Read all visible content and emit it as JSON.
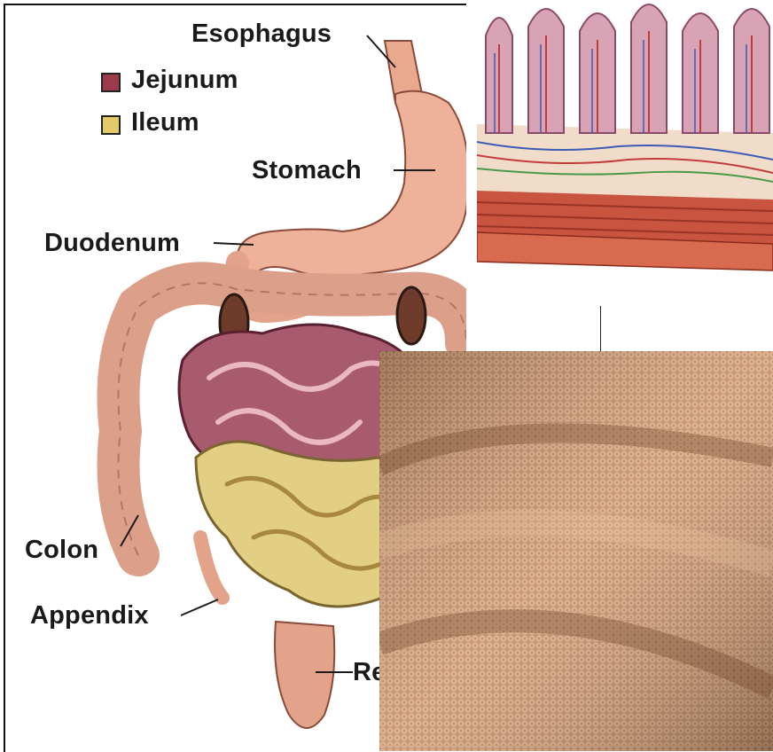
{
  "anatomy": {
    "labels": {
      "esophagus": "Esophagus",
      "stomach": "Stomach",
      "duodenum": "Duodenum",
      "colon": "Colon",
      "appendix": "Appendix",
      "rectum_partial": "Re"
    },
    "legend": [
      {
        "label": "Jejunum",
        "color": "#9b3a4a"
      },
      {
        "label": "Ileum",
        "color": "#e3c968"
      }
    ],
    "colors": {
      "organ_pink": "#e9a98f",
      "jejunum": "#a85a6e",
      "ileum": "#e2cf83",
      "colon": "#dca08a"
    }
  },
  "villi": {
    "colors": {
      "villus": "#d9a3b6",
      "muscle": "#c9543f",
      "submucosa": "#f1dcc9"
    }
  },
  "towel": {
    "colors": {
      "base": "#c8926a",
      "highlight": "#e2b48f",
      "shadow": "#8a5a3a"
    }
  }
}
